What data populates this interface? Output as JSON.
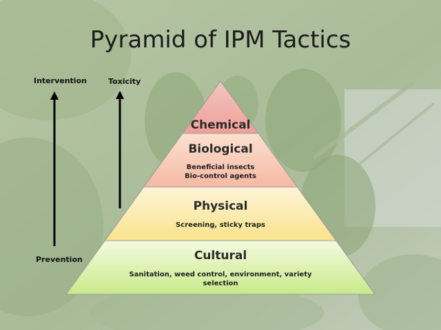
{
  "slide": {
    "title": "Pyramid of IPM Tactics"
  },
  "axes": {
    "intervention_label": "Intervention",
    "toxicity_label": "Toxicity",
    "prevention_label": "Prevention"
  },
  "pyramid": {
    "tiers": [
      {
        "title": "Chemical",
        "lines": []
      },
      {
        "title": "Biological",
        "lines": [
          "Beneficial insects",
          "Bio-control agents"
        ]
      },
      {
        "title": "Physical",
        "lines": [
          "Screening, sticky traps"
        ]
      },
      {
        "title": "Cultural",
        "lines": [
          "Sanitation, weed control, environment, variety",
          "selection"
        ]
      }
    ]
  },
  "colors": {
    "chemical_top": "#f2c6c0",
    "chemical_bottom": "#ef9f98",
    "biological_top": "#fbe0cf",
    "biological_bottom": "#f5b9a4",
    "physical_top": "#fdf4d6",
    "physical_bottom": "#f9e38c",
    "cultural_top": "#f4fadf",
    "cultural_bottom": "#c9ea8a",
    "outline": "#9a9a9a",
    "arrow": "#000000"
  }
}
